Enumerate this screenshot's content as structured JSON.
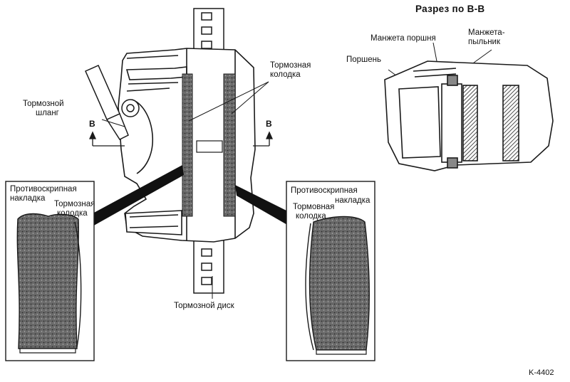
{
  "labels": {
    "section_title": "Разрез по B-B",
    "piston_seal": "Манжета поршня",
    "dust_boot": [
      "Манжета-",
      "пыльник"
    ],
    "piston": "Поршень",
    "brake_pad_main": [
      "Тормозная",
      "колодка"
    ],
    "brake_hose": [
      "Тормозной",
      "шланг"
    ],
    "section_mark": "B",
    "brake_disc": "Тормозной диск",
    "left_shim": [
      "Противоскрипная",
      "накладка"
    ],
    "left_pad": [
      "Тормозная",
      "колодка"
    ],
    "right_shim": [
      "Противоскрипная",
      "накладка"
    ],
    "right_pad": [
      "Тормовная",
      "колодка"
    ],
    "figure_code": "K-4402"
  },
  "colors": {
    "line": "#1a1a1a",
    "fill": "#555555",
    "background": "#ffffff"
  }
}
